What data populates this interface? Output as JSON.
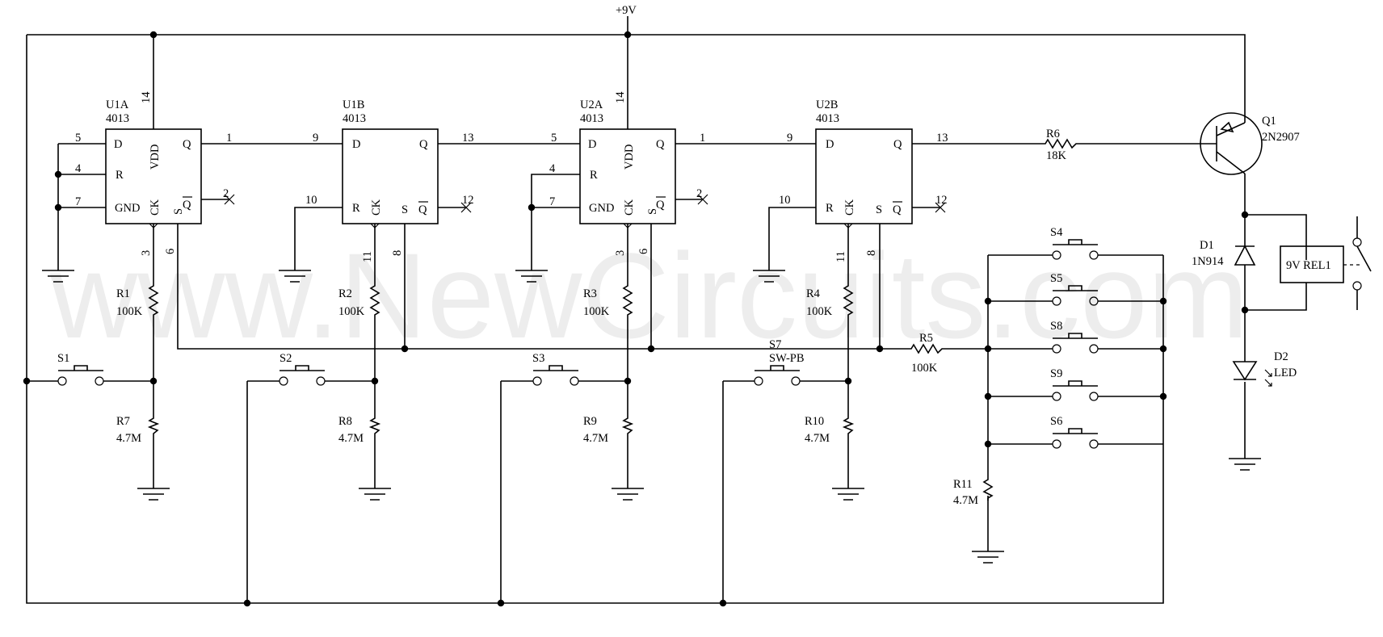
{
  "watermark": "www.NewCircuits.com",
  "supply": "+9V",
  "ics": [
    {
      "ref": "U1A",
      "type": "4013",
      "pins": {
        "d": "5",
        "r": "4",
        "gnd": "7",
        "q": "1",
        "qbar": "2",
        "ck": "3",
        "s": "6",
        "vdd": "14"
      }
    },
    {
      "ref": "U1B",
      "type": "4013",
      "pins": {
        "d": "9",
        "r": "10",
        "q": "13",
        "qbar": "12",
        "ck": "11",
        "s": "8"
      }
    },
    {
      "ref": "U2A",
      "type": "4013",
      "pins": {
        "d": "5",
        "r": "4",
        "gnd": "7",
        "q": "1",
        "qbar": "2",
        "ck": "3",
        "s": "6",
        "vdd": "14"
      }
    },
    {
      "ref": "U2B",
      "type": "4013",
      "pins": {
        "d": "9",
        "r": "10",
        "q": "13",
        "qbar": "12",
        "ck": "11",
        "s": "8"
      }
    }
  ],
  "pin_names": {
    "d": "D",
    "r": "R",
    "gnd": "GND",
    "vdd": "VDD",
    "q": "Q",
    "ck": "CK",
    "s": "S",
    "qbar": "Q"
  },
  "resistors": {
    "r1": {
      "ref": "R1",
      "value": "100K"
    },
    "r2": {
      "ref": "R2",
      "value": "100K"
    },
    "r3": {
      "ref": "R3",
      "value": "100K"
    },
    "r4": {
      "ref": "R4",
      "value": "100K"
    },
    "r5": {
      "ref": "R5",
      "value": "100K"
    },
    "r6": {
      "ref": "R6",
      "value": "18K"
    },
    "r7": {
      "ref": "R7",
      "value": "4.7M"
    },
    "r8": {
      "ref": "R8",
      "value": "4.7M"
    },
    "r9": {
      "ref": "R9",
      "value": "4.7M"
    },
    "r10": {
      "ref": "R10",
      "value": "4.7M"
    },
    "r11": {
      "ref": "R11",
      "value": "4.7M"
    }
  },
  "switches": {
    "s1": "S1",
    "s2": "S2",
    "s3": "S3",
    "s7": {
      "ref": "S7",
      "type": "SW-PB"
    },
    "s4": "S4",
    "s5": "S5",
    "s8": "S8",
    "s9": "S9",
    "s6": "S6"
  },
  "transistor": {
    "ref": "Q1",
    "part": "2N2907"
  },
  "diode": {
    "ref": "D1",
    "part": "1N914"
  },
  "led": {
    "ref": "D2",
    "part": "LED"
  },
  "relay": {
    "label": "9V  REL1"
  }
}
